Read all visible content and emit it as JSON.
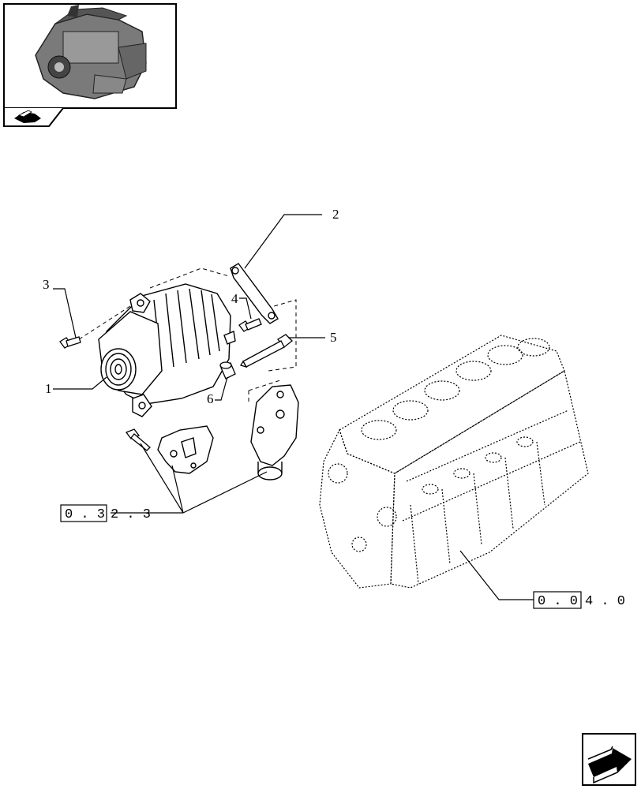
{
  "callouts": {
    "c1": "1",
    "c2": "2",
    "c3": "3",
    "c4": "4",
    "c5": "5",
    "c6": "6"
  },
  "references": {
    "ref_032": {
      "boxed": "0 . 3",
      "rest": "2 . 3"
    },
    "ref_004": {
      "boxed": "0 . 0",
      "rest": "4 . 0"
    }
  },
  "icons": {
    "thumbnail": "engine-thumbnail-icon",
    "index": "hand-pointer-icon",
    "next": "next-page-arrow-icon"
  }
}
